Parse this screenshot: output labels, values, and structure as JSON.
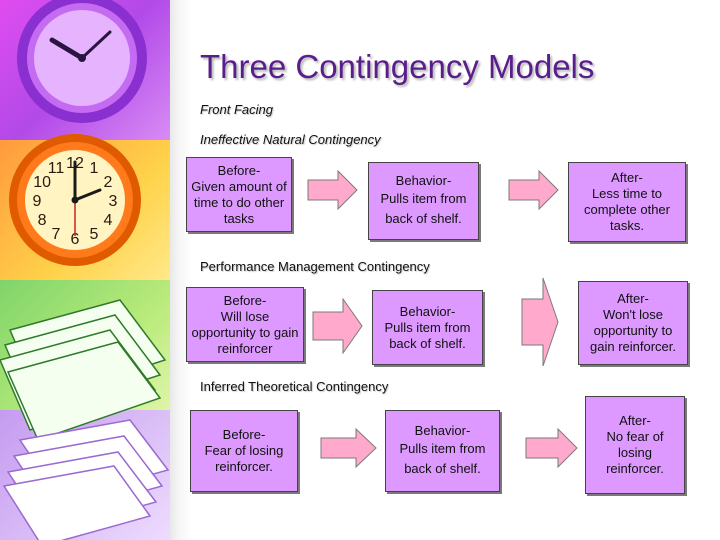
{
  "slide": {
    "title": "Three Contingency Models",
    "subtitle": "Front Facing"
  },
  "sections": [
    {
      "label": "Ineffective Natural Contingency",
      "before": {
        "head": "Before-",
        "body": "Given amount of time to do other tasks"
      },
      "behavior": {
        "head": "Behavior-",
        "body": "Pulls item from back of shelf."
      },
      "after": {
        "head": "After-",
        "body": "Less time to complete other tasks."
      }
    },
    {
      "label": "Performance Management Contingency",
      "before": {
        "head": "Before-",
        "body": "Will lose opportunity to gain reinforcer"
      },
      "behavior": {
        "head": "Behavior-",
        "body": "Pulls item from back of shelf."
      },
      "after": {
        "head": "After-",
        "body": "Won't lose opportunity to gain reinforcer."
      }
    },
    {
      "label": "Inferred Theoretical Contingency",
      "before": {
        "head": "Before-",
        "body": "Fear of losing reinforcer."
      },
      "behavior": {
        "head": "Behavior-",
        "body": "Pulls item from back of shelf."
      },
      "after": {
        "head": "After-",
        "body": "No fear of losing reinforcer."
      }
    }
  ],
  "sidebar": {
    "clock_numbers": [
      "12",
      "1",
      "2",
      "3",
      "4",
      "5",
      "6",
      "7",
      "8",
      "9",
      "10",
      "11"
    ]
  },
  "colors": {
    "box_fill": "#dd99ff",
    "arrow_fill": "#ffaacc",
    "title": "#5a1e8c"
  }
}
